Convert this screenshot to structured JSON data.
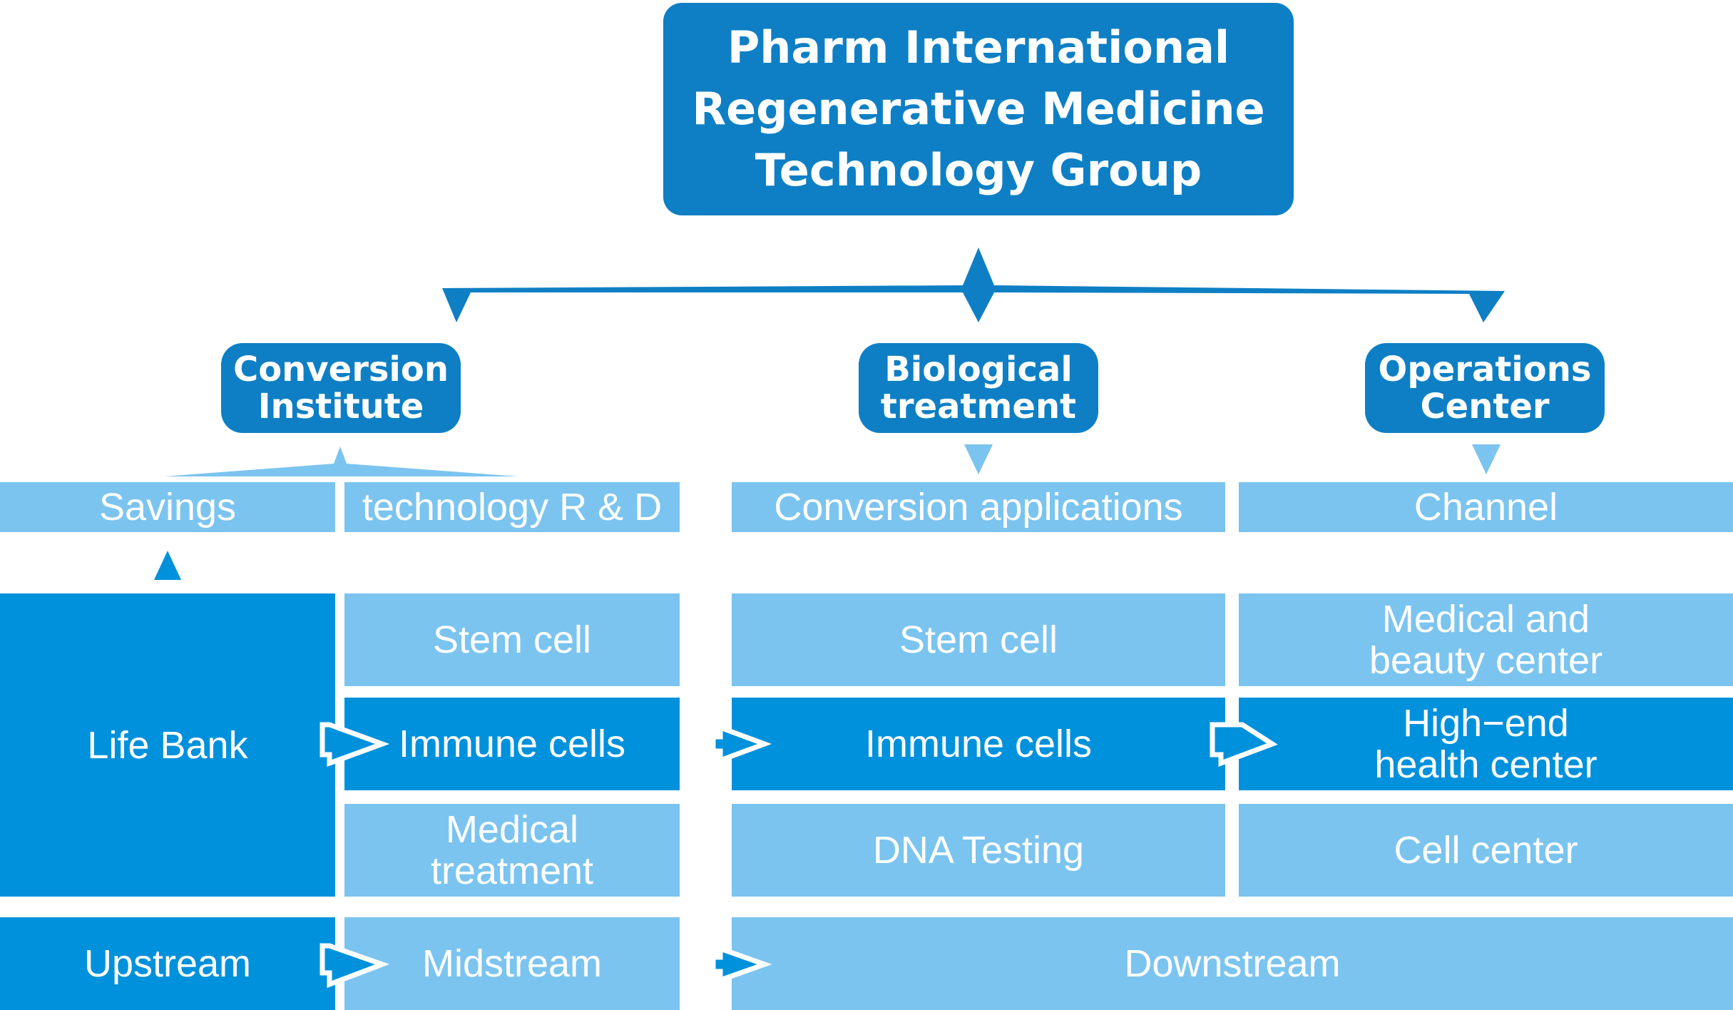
{
  "title": "Pharm International Regenerative Medicine Technology Group",
  "title_lines": [
    "Pharm International",
    "Regenerative Medicine",
    "Technology Group"
  ],
  "divisions": [
    {
      "name": "Conversion Institute",
      "lines": [
        "Conversion",
        "Institute"
      ]
    },
    {
      "name": "Biological treatment",
      "lines": [
        "Biological",
        "treatment"
      ]
    },
    {
      "name": "Operations Center",
      "lines": [
        "Operations",
        "Center"
      ]
    }
  ],
  "headers": {
    "savings": "Savings",
    "rnd": "technology R & D",
    "conversion": "Conversion applications",
    "channel": "Channel"
  },
  "life_bank": "Life Bank",
  "rnd_items": [
    "Stem cell",
    "Immune cells",
    [
      "Medical",
      "treatment"
    ]
  ],
  "conversion_items": [
    "Stem cell",
    "Immune cells",
    "DNA Testing"
  ],
  "channel_items": [
    [
      "Medical and",
      "beauty center"
    ],
    [
      "High−end",
      "health center"
    ],
    "Cell center"
  ],
  "stream": {
    "upstream": "Upstream",
    "midstream": "Midstream",
    "downstream": "Downstream"
  },
  "colors": {
    "dark_blue": "#0e7fc4",
    "mid_blue": "#0091dc",
    "light_blue": "#7bc4ef",
    "text": "#ffffff"
  }
}
